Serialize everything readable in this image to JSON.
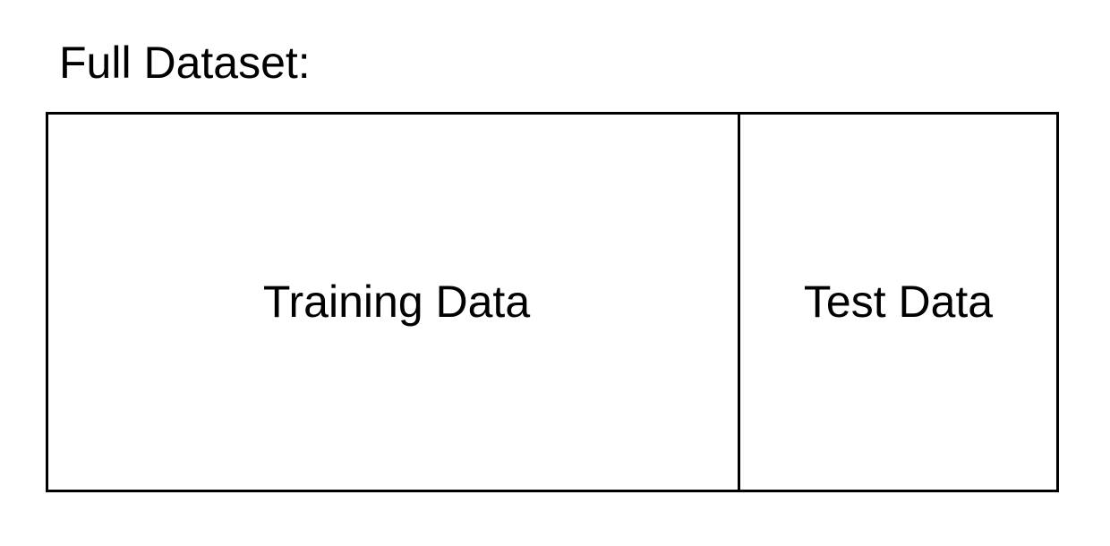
{
  "title": "Full Dataset:",
  "segments": [
    {
      "label": "Training Data"
    },
    {
      "label": "Test Data"
    }
  ]
}
